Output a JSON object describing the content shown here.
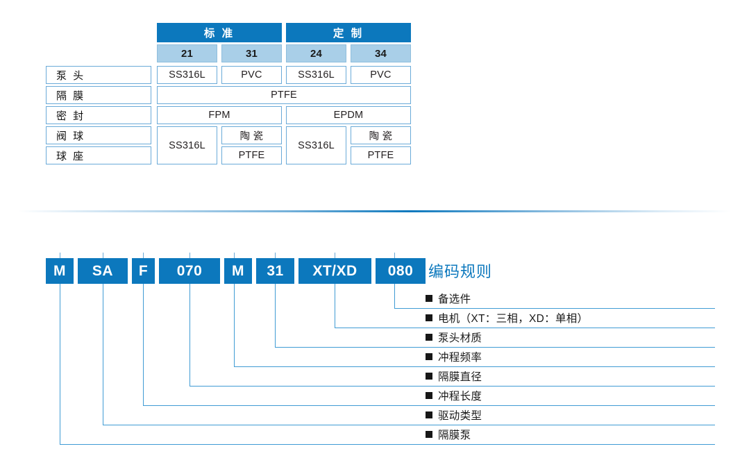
{
  "materials_table": {
    "row_labels": [
      "泵 头",
      "隔 膜",
      "密 封",
      "阀 球",
      "球 座"
    ],
    "group_headers": [
      "标 准",
      "定 制"
    ],
    "code_headers": [
      "21",
      "31",
      "24",
      "34"
    ],
    "pump_head": [
      "SS316L",
      "PVC",
      "SS316L",
      "PVC"
    ],
    "diaphragm": "PTFE",
    "seal": [
      "FPM",
      "EPDM"
    ],
    "valve_ball_std": "SS316L",
    "valve_ball_std_alt": "陶 瓷",
    "ball_seat_std_alt": "PTFE",
    "valve_ball_cus": "SS316L",
    "valve_ball_cus_alt": "陶 瓷",
    "ball_seat_cus_alt": "PTFE"
  },
  "coding": {
    "title": "编码规则",
    "segments": [
      {
        "code": "M"
      },
      {
        "code": "SA"
      },
      {
        "code": "F"
      },
      {
        "code": "070"
      },
      {
        "code": "M"
      },
      {
        "code": "31"
      },
      {
        "code": "XT/XD"
      },
      {
        "code": "080"
      }
    ],
    "legend": [
      "备选件",
      "电机（XT：三相，XD：单相）",
      "泵头材质",
      "冲程频率",
      "隔膜直径",
      "冲程长度",
      "驱动类型",
      "隔膜泵"
    ]
  },
  "colors": {
    "brand_blue": "#0c78bd",
    "header_light_blue": "#a9cfe8",
    "border_blue": "#6aaad8",
    "line_blue": "#3f9bd4"
  }
}
